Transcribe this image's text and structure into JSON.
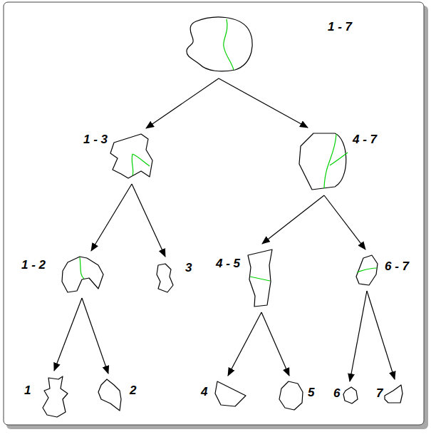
{
  "diagram": {
    "nodes": [
      {
        "text": [
          "1 - 7"
        ]
      },
      {
        "text": [
          "1 - 3"
        ]
      },
      {
        "text": [
          "4 - 7"
        ]
      },
      {
        "text": [
          "1 - 2"
        ]
      },
      {
        "text": [
          "3"
        ]
      },
      {
        "text": [
          "4 - 5"
        ]
      },
      {
        "text": [
          "6 - 7"
        ]
      },
      {
        "text": [
          "1"
        ]
      },
      {
        "text": [
          "2"
        ]
      },
      {
        "text": [
          "4"
        ]
      },
      {
        "text": [
          "5"
        ]
      },
      {
        "text": [
          "6"
        ]
      },
      {
        "text": [
          "7"
        ]
      }
    ],
    "edges": [
      {
        "from": 0,
        "to": 1,
        "arrow": "to"
      },
      {
        "from": 0,
        "to": 2,
        "arrow": "to"
      },
      {
        "from": 1,
        "to": 3,
        "arrow": "to"
      },
      {
        "from": 1,
        "to": 4,
        "arrow": "to"
      },
      {
        "from": 2,
        "to": 5,
        "arrow": "to"
      },
      {
        "from": 2,
        "to": 6,
        "arrow": "to"
      },
      {
        "from": 3,
        "to": 7,
        "arrow": "to"
      },
      {
        "from": 3,
        "to": 8,
        "arrow": "to"
      },
      {
        "from": 5,
        "to": 9,
        "arrow": "to"
      },
      {
        "from": 5,
        "to": 10,
        "arrow": "to"
      },
      {
        "from": 6,
        "to": 11,
        "arrow": "to"
      },
      {
        "from": 6,
        "to": 12,
        "arrow": "to"
      }
    ]
  }
}
